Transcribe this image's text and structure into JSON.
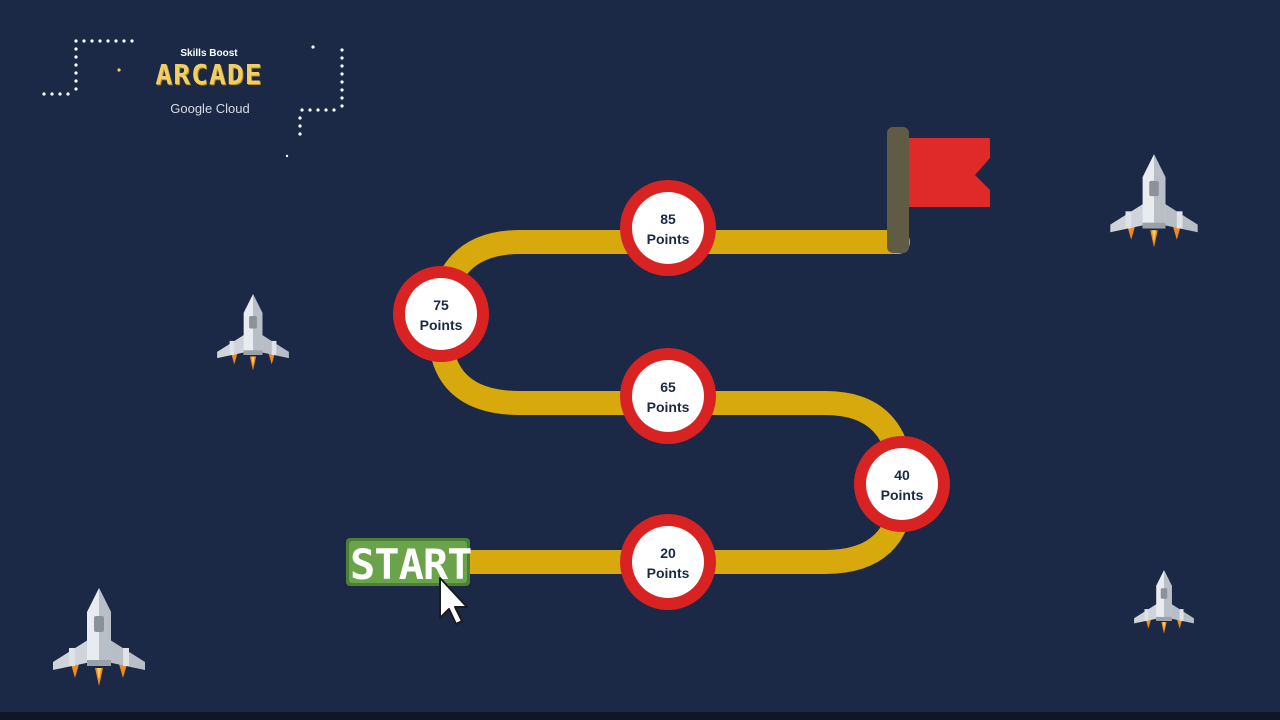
{
  "brand": {
    "top_label": "Skills Boost",
    "main_label": "ARCADE",
    "bottom_label": "Google Cloud"
  },
  "start_button": {
    "label": "START"
  },
  "milestones": [
    {
      "value": "20",
      "unit": "Points"
    },
    {
      "value": "40",
      "unit": "Points"
    },
    {
      "value": "65",
      "unit": "Points"
    },
    {
      "value": "75",
      "unit": "Points"
    },
    {
      "value": "85",
      "unit": "Points"
    }
  ],
  "colors": {
    "background": "#1b2946",
    "track": "#d7a90c",
    "milestone_ring": "#d92323",
    "flag": "#e02a2a",
    "start_button": "#5f9a42",
    "logo_gold": "#f3cf63"
  },
  "icons": [
    "spaceship-icon",
    "finish-flag-icon",
    "mouse-cursor-icon"
  ]
}
